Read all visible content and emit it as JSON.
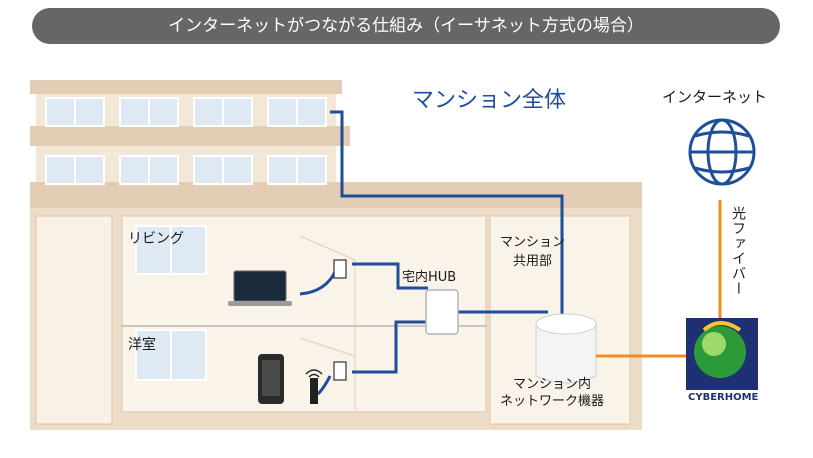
{
  "header": {
    "title": "インターネットがつながる仕組み（イーサネット方式の場合）"
  },
  "labels": {
    "building": "マンション全体",
    "internet": "インターネット",
    "fiber": "光ファイバー",
    "shared": "マンション\n共用部",
    "living": "リビング",
    "western_room": "洋室",
    "hub": "宅内HUB",
    "network_device": "マンション内\nネットワーク機器",
    "provider_logo": "CYBERHOME"
  },
  "colors": {
    "cable": "#1f4e9a",
    "fiber": "#f08c1e",
    "wall": "#ecdcc8",
    "window": "#dfe9f3",
    "floor": "#faf3ea",
    "title_bg": "#666666"
  }
}
